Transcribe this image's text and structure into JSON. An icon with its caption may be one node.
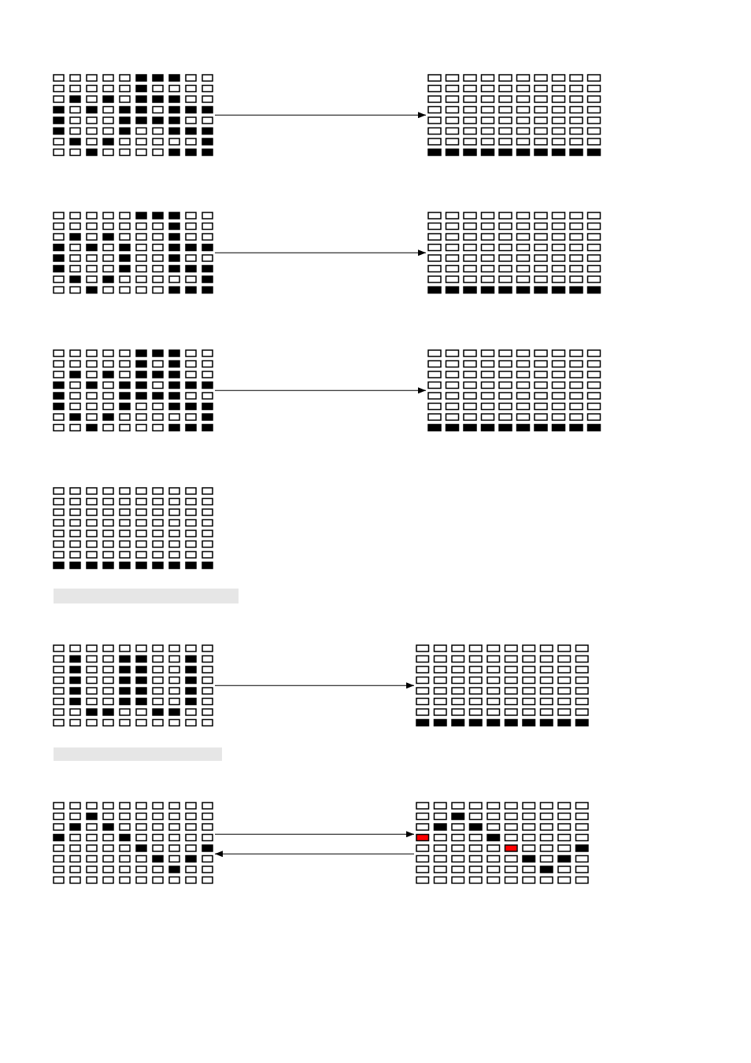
{
  "diagram": {
    "nodes": [
      {
        "text": [],
        "shape": "grid"
      },
      {
        "text": [],
        "shape": "grid"
      },
      {
        "text": [],
        "shape": "grid"
      },
      {
        "text": [],
        "shape": "grid"
      },
      {
        "text": [],
        "shape": "grid"
      },
      {
        "text": [],
        "shape": "grid"
      },
      {
        "text": [],
        "shape": "grid"
      },
      {
        "text": [],
        "shape": "bar"
      },
      {
        "text": [],
        "shape": "grid"
      },
      {
        "text": [],
        "shape": "grid"
      },
      {
        "text": [],
        "shape": "bar"
      },
      {
        "text": [],
        "shape": "grid"
      },
      {
        "text": [],
        "shape": "grid"
      }
    ],
    "edges": [
      {
        "from": 0,
        "to": 1,
        "arrow": "to"
      },
      {
        "from": 2,
        "to": 3,
        "arrow": "to"
      },
      {
        "from": 4,
        "to": 5,
        "arrow": "to"
      },
      {
        "from": 8,
        "to": 9,
        "arrow": "to"
      },
      {
        "from": 11,
        "to": 12,
        "arrow": "to"
      },
      {
        "from": 12,
        "to": 11,
        "arrow": "to"
      }
    ]
  }
}
